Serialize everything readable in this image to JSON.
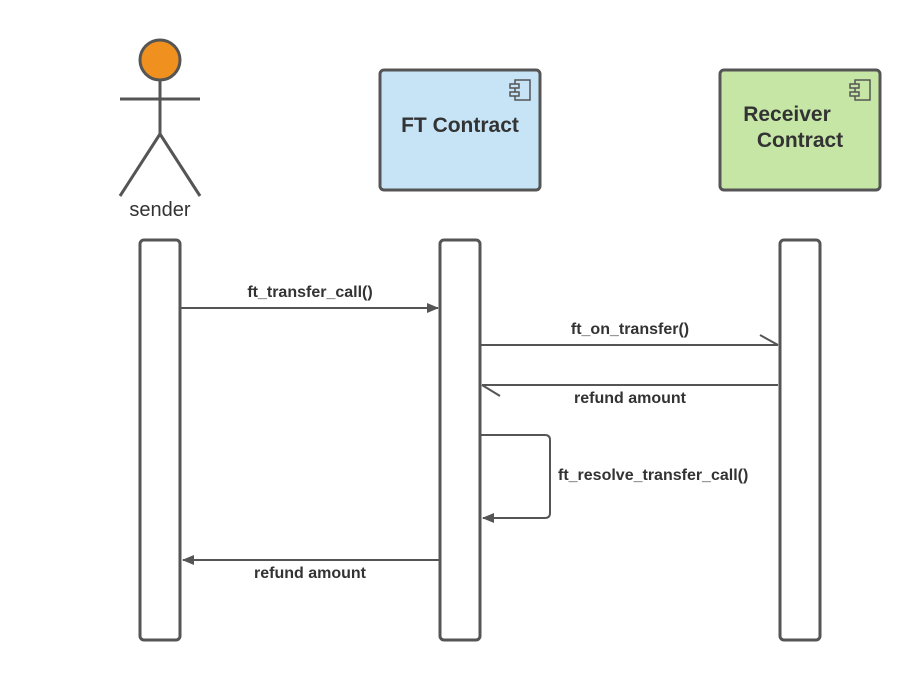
{
  "actors": [
    {
      "id": "sender",
      "label": "sender",
      "type": "actor",
      "head_color": "#F0901E"
    },
    {
      "id": "ft",
      "label": "FT Contract",
      "type": "component",
      "fill": "#C6E4F6"
    },
    {
      "id": "receiver",
      "label_lines": [
        "Receiver",
        "Contract"
      ],
      "type": "component",
      "fill": "#C6E6A6"
    }
  ],
  "messages": [
    {
      "from": "sender",
      "to": "ft",
      "label": "ft_transfer_call()",
      "style": "sync"
    },
    {
      "from": "ft",
      "to": "receiver",
      "label": "ft_on_transfer()",
      "style": "async"
    },
    {
      "from": "receiver",
      "to": "ft",
      "label": "refund amount",
      "style": "async-return"
    },
    {
      "from": "ft",
      "to": "ft",
      "label": "ft_resolve_transfer_call()",
      "style": "self"
    },
    {
      "from": "ft",
      "to": "sender",
      "label": "refund amount",
      "style": "sync"
    }
  ],
  "colors": {
    "stroke": "#555555",
    "text": "#333333"
  }
}
